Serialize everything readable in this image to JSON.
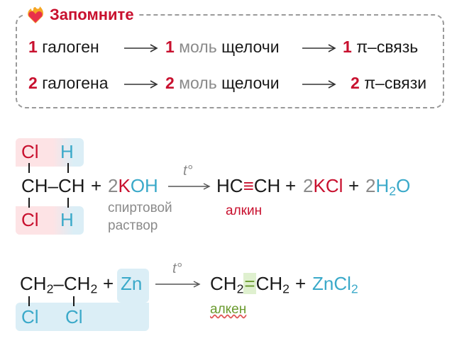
{
  "remember": {
    "title": "Запомните",
    "row1": {
      "n1": "1",
      "t1": "галоген",
      "n2": "1",
      "t2a": "моль",
      "t2b": "щелочи",
      "n3": "1",
      "t3": "π–связь"
    },
    "row2": {
      "n1": "2",
      "t1": "галогена",
      "n2": "2",
      "t2a": "моль",
      "t2b": "щелочи",
      "n3": "2",
      "t3": "π–связи"
    }
  },
  "reaction1": {
    "cl_top": "Cl",
    "h_top": "H",
    "chain": "CH–CH",
    "cl_bottom": "Cl",
    "h_bottom": "H",
    "plus1": "+",
    "coef1": "2",
    "k1": "K",
    "oh": "OH",
    "condition": "t°",
    "note1": "спиртовой",
    "note2": "раствор",
    "hc": "HC",
    "triple": "≡",
    "ch": "CH",
    "plus2": "+",
    "coef2": "2",
    "k2": "K",
    "cl": "Cl",
    "plus3": "+",
    "coef3": "2",
    "h": "H",
    "h_sub": "2",
    "o": "O",
    "product_label": "алкин"
  },
  "reaction2": {
    "ch_a": "CH",
    "sub_a": "2",
    "dash": "–",
    "ch_b": "CH",
    "sub_b": "2",
    "plus1": "+",
    "zn": "Zn",
    "cl_left": "Cl",
    "cl_right": "Cl",
    "condition": "t°",
    "p_ch_a": "CH",
    "p_sub_a": "2",
    "double": "=",
    "p_ch_b": "CH",
    "p_sub_b": "2",
    "plus2": "+",
    "zncl": "ZnCl",
    "zncl_sub": "2",
    "product_label": "алкен"
  }
}
